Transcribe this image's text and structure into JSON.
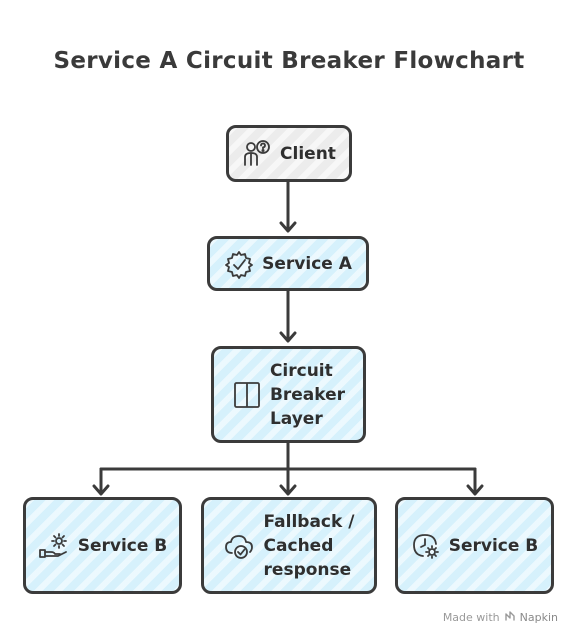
{
  "title": "Service A Circuit Breaker Flowchart",
  "colors": {
    "stroke": "#3b3b3b",
    "node_fill_blue": "#d6f1fc",
    "node_fill_grey": "#ececec"
  },
  "nodes": {
    "client": {
      "label": "Client",
      "icon": "client-question-icon"
    },
    "service_a": {
      "label": "Service A",
      "icon": "gear-check-icon"
    },
    "circuit_breaker": {
      "label": "Circuit\nBreaker\nLayer",
      "icon": "split-panel-icon"
    },
    "service_b_left": {
      "label": "Service B",
      "icon": "hand-gear-icon"
    },
    "fallback": {
      "label": "Fallback /\nCached\nresponse",
      "icon": "cloud-check-icon"
    },
    "service_b_right": {
      "label": "Service B",
      "icon": "clock-gear-icon"
    }
  },
  "watermark": {
    "prefix": "Made with",
    "brand": "Napkin"
  }
}
